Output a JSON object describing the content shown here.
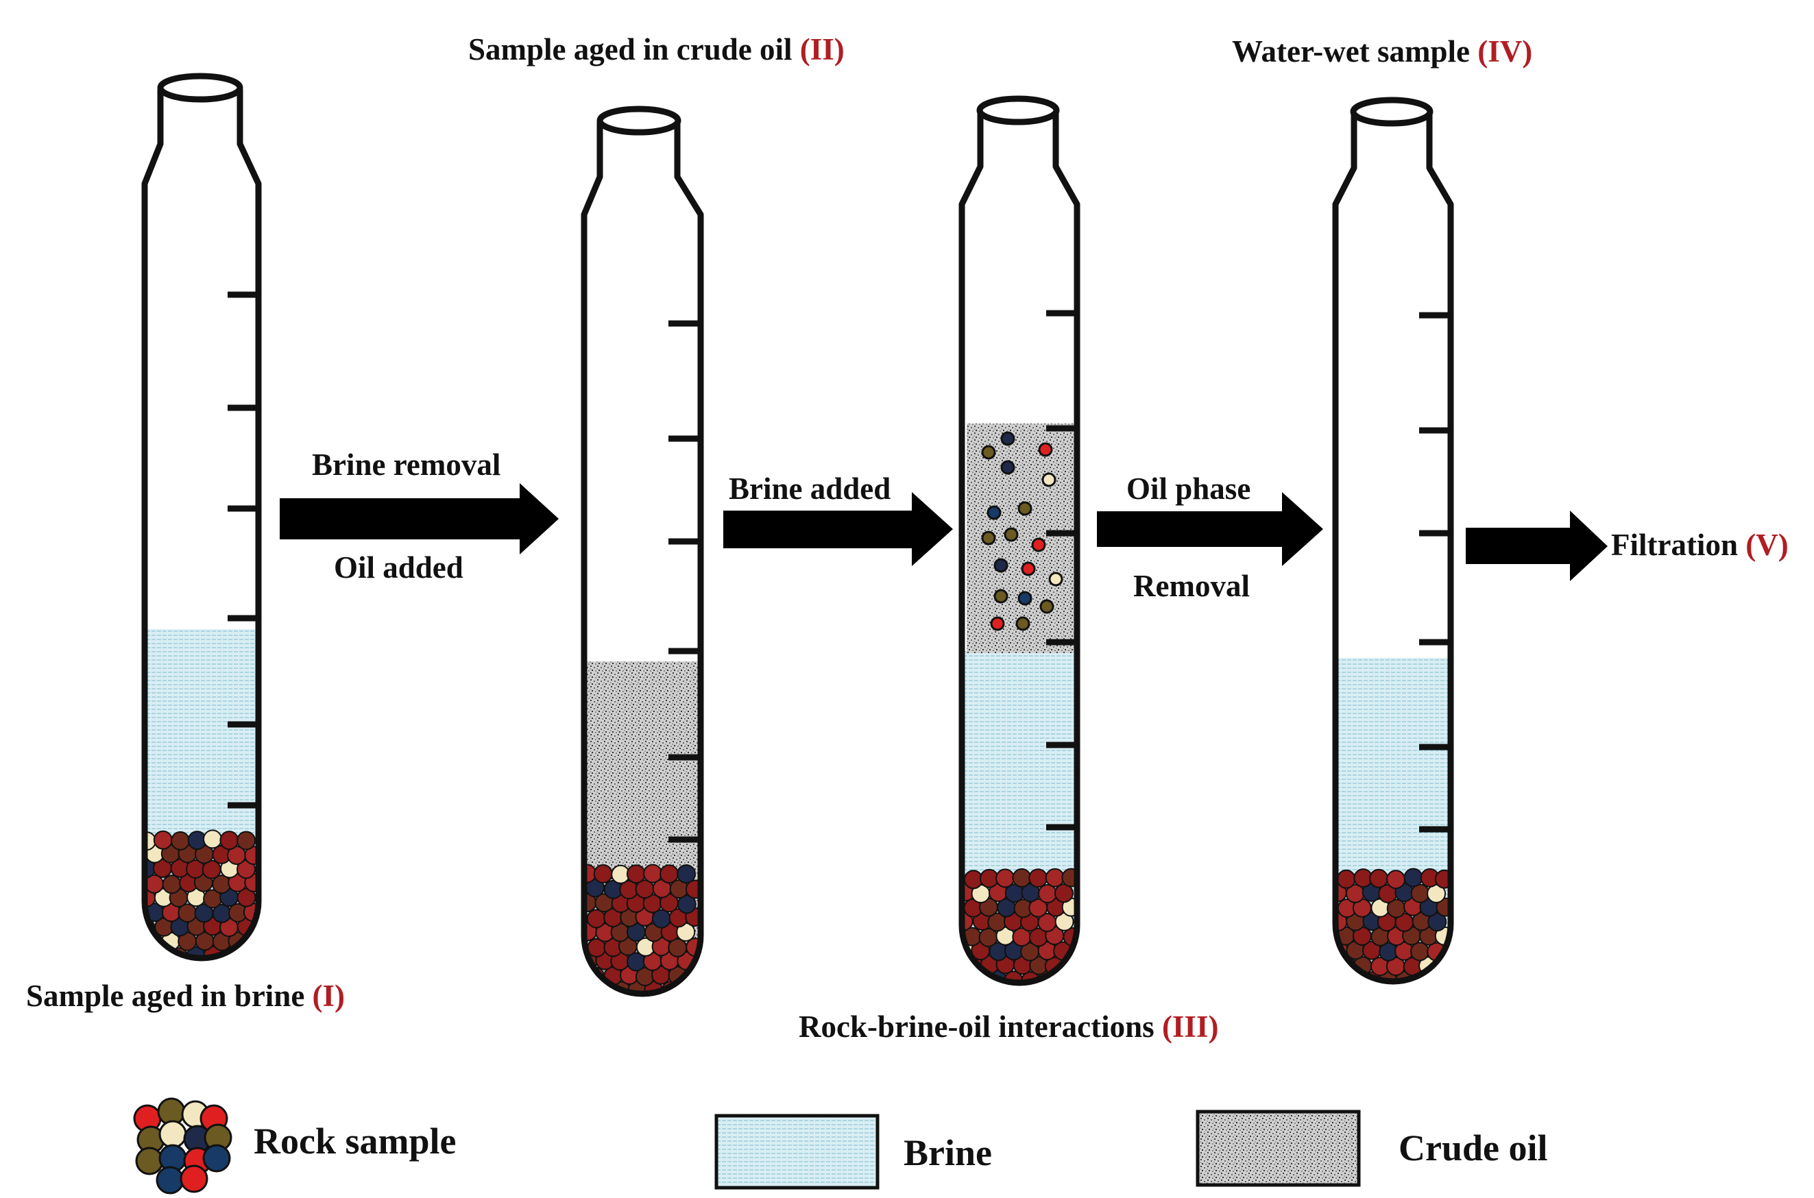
{
  "colors": {
    "roman": "#b01e23",
    "brine": "#d9eef4",
    "brine_line": "#8fc4d4",
    "oil": "#c9c9c9",
    "outline": "#111111",
    "particles": [
      "#8b1a1a",
      "#6d2a1c",
      "#a52626",
      "#1f2a4a",
      "#6b5a22",
      "#f2e7c0",
      "#e02020",
      "#173a66"
    ]
  },
  "stages": {
    "I": {
      "text": "Sample aged in brine ",
      "num": "(I)"
    },
    "II": {
      "text": "Sample aged in crude oil ",
      "num": "(II)"
    },
    "III": {
      "text": "Rock-brine-oil interactions ",
      "num": "(III)"
    },
    "IV": {
      "text": "Water-wet sample ",
      "num": "(IV)"
    },
    "V": {
      "text": "Filtration ",
      "num": "(V)"
    }
  },
  "arrows": {
    "a1": {
      "top": "Brine removal",
      "bottom": "Oil added"
    },
    "a2": {
      "top": "Brine added"
    },
    "a3": {
      "top": "Oil phase",
      "bottom": "Removal"
    }
  },
  "legend": {
    "rock": "Rock sample",
    "brine": "Brine",
    "oil": "Crude oil"
  }
}
